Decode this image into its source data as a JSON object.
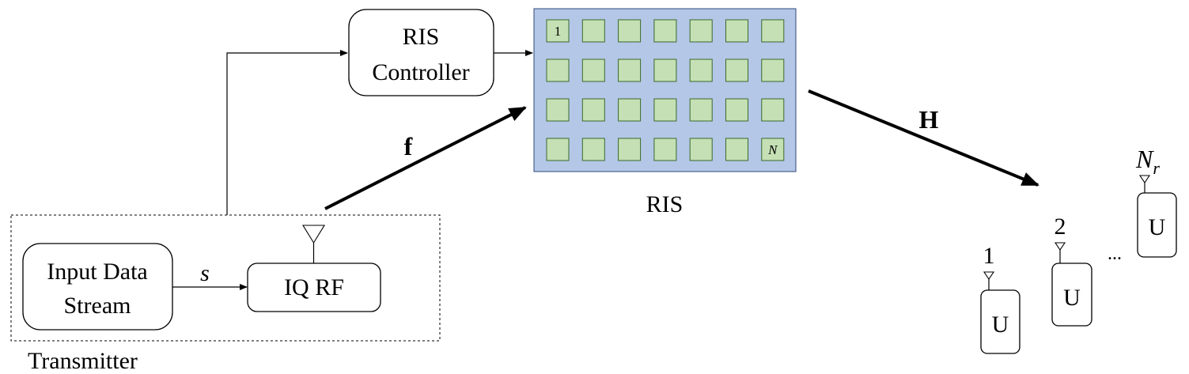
{
  "transmitter": {
    "label": "Transmitter",
    "input_block": {
      "line1": "Input Data",
      "line2": "Stream"
    },
    "rf_block": {
      "label": "IQ RF"
    },
    "signal_label": "s"
  },
  "controller": {
    "line1": "RIS",
    "line2": "Controller"
  },
  "ris": {
    "label": "RIS",
    "rows": 4,
    "cols": 7,
    "first_element_label": "1",
    "last_element_label": "N",
    "panel_color": "#b4c7e7",
    "element_color": "#c5e0b4"
  },
  "channels": {
    "tx_to_ris": "f",
    "ris_to_users": "H"
  },
  "users": {
    "items": [
      {
        "index_label": "1",
        "box_label": "U"
      },
      {
        "index_label": "2",
        "box_label": "U"
      },
      {
        "index_label": "N",
        "index_subscript": "r",
        "box_label": "U"
      }
    ],
    "ellipsis": "..."
  }
}
